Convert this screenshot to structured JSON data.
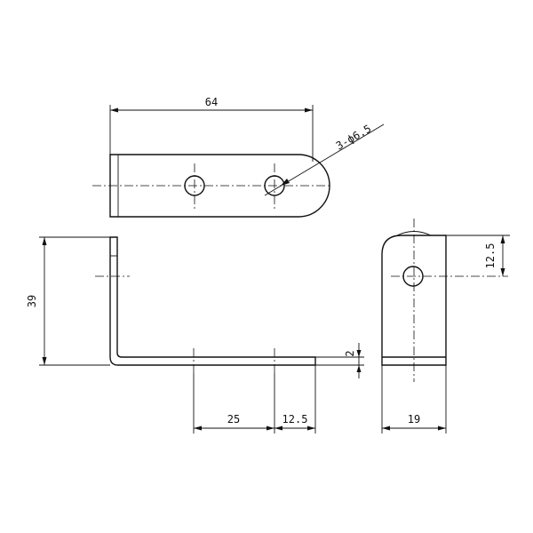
{
  "drawing": {
    "subject": "L-shaped bracket",
    "dimensions": {
      "overall_length": "64",
      "hole_callout": "3-ϕ6.5",
      "height": "39",
      "thickness": "2",
      "hole_spacing": "25",
      "end_to_hole": "12.5",
      "hole_from_top": "12.5",
      "width": "19"
    },
    "views": [
      "top-view",
      "front-view",
      "side-view"
    ]
  }
}
